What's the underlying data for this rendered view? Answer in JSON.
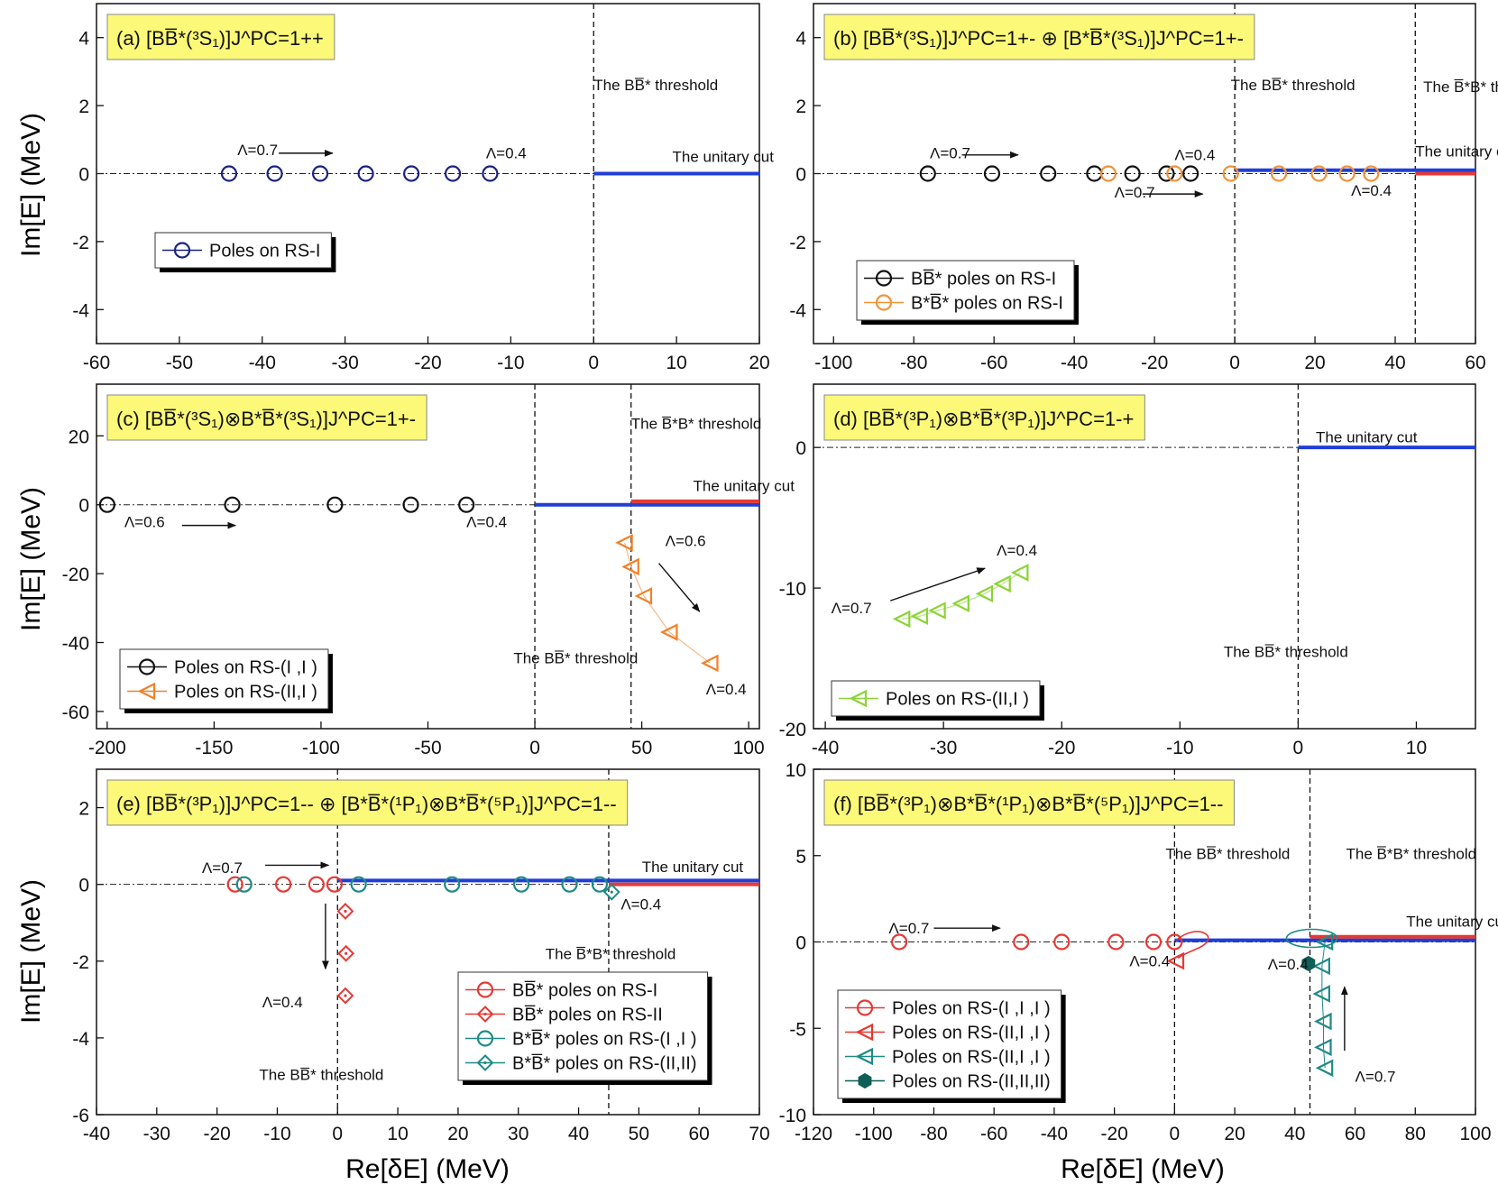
{
  "figure": {
    "ylabel": "Im[E] (MeV)",
    "xlabel": "Re[δE] (MeV)"
  },
  "chart_data": [
    {
      "id": "a",
      "type": "scatter",
      "title": "(a)  [BB̅*(³S₁)]J^PC=1++",
      "xlim": [
        -60,
        20
      ],
      "ylim": [
        -5,
        5
      ],
      "xticks": [
        -60,
        -50,
        -40,
        -30,
        -20,
        -10,
        0,
        10,
        20
      ],
      "yticks": [
        -4,
        -2,
        0,
        2,
        4
      ],
      "series": [
        {
          "name": "Poles on RS-I",
          "marker": "circle",
          "color": "#1a237e",
          "x": [
            -44,
            -38.5,
            -33,
            -27.5,
            -22,
            -17,
            -12.5
          ],
          "y": [
            0,
            0,
            0,
            0,
            0,
            0,
            0
          ]
        }
      ],
      "cuts": [
        {
          "x": [
            0,
            20
          ],
          "y": 0,
          "color": "#1f3fd6"
        }
      ],
      "thresholds": [
        {
          "x": 0
        }
      ],
      "annotations": [
        {
          "text": "The BB̅* threshold",
          "x": 0,
          "y": 2.45
        },
        {
          "text": "The unitary cut",
          "x": 9.5,
          "y": 0.35
        },
        {
          "text": "Λ=0.7",
          "x": -43,
          "y": 0.55
        },
        {
          "text": "Λ=0.4",
          "x": -13,
          "y": 0.45
        }
      ],
      "arrows": [
        {
          "x1": -38,
          "y1": 0.6,
          "x2": -31.5,
          "y2": 0.6
        }
      ],
      "legend_position": "lower-left"
    },
    {
      "id": "b",
      "type": "scatter",
      "title": "(b)  [BB̅*(³S₁)]J^PC=1+- ⊕ [B*B̅*(³S₁)]J^PC=1+-",
      "xlim": [
        -105,
        60
      ],
      "ylim": [
        -5,
        5
      ],
      "xticks": [
        -100,
        -80,
        -60,
        -40,
        -20,
        0,
        20,
        40,
        60
      ],
      "yticks": [
        -4,
        -2,
        0,
        2,
        4
      ],
      "series": [
        {
          "name": "BB̅* poles on RS-I",
          "marker": "circle",
          "color": "#111111",
          "x": [
            -76.5,
            -60.5,
            -46.5,
            -35,
            -25.5,
            -17,
            -11
          ],
          "y": [
            0,
            0,
            0,
            0,
            0,
            0,
            0
          ]
        },
        {
          "name": "B*B̅* poles on RS-I",
          "marker": "circle",
          "color": "#f0933a",
          "x": [
            -31.5,
            -15,
            -1,
            11,
            21,
            28,
            34
          ],
          "y": [
            0,
            0,
            0,
            0,
            0,
            0,
            0
          ]
        }
      ],
      "cuts": [
        {
          "x": [
            0,
            60
          ],
          "y": 0.1,
          "color": "#1f3fd6"
        },
        {
          "x": [
            45,
            60
          ],
          "y": 0,
          "color": "#e53935"
        }
      ],
      "thresholds": [
        {
          "x": 0
        },
        {
          "x": 45
        }
      ],
      "annotations": [
        {
          "text": "The BB̅* threshold",
          "x": -1,
          "y": 2.45
        },
        {
          "text": "The B̅*B* threshold",
          "x": 47,
          "y": 2.4
        },
        {
          "text": "The unitary cut",
          "x": 45,
          "y": 0.5
        },
        {
          "text": "Λ=0.7",
          "x": -76,
          "y": 0.45
        },
        {
          "text": "Λ=0.4",
          "x": -15,
          "y": 0.4
        },
        {
          "text": "Λ=0.7",
          "x": -30,
          "y": -0.7
        },
        {
          "text": "Λ=0.4",
          "x": 29,
          "y": -0.65
        }
      ],
      "arrows": [
        {
          "x1": -68,
          "y1": 0.55,
          "x2": -54,
          "y2": 0.55
        },
        {
          "x1": -23,
          "y1": -0.6,
          "x2": -8,
          "y2": -0.6
        }
      ],
      "legend_position": "lower-left"
    },
    {
      "id": "c",
      "type": "scatter",
      "title": "(c)  [BB̅*(³S₁)⊗B*B̅*(³S₁)]J^PC=1+-",
      "xlim": [
        -205,
        105
      ],
      "ylim": [
        -65,
        35
      ],
      "xticks": [
        -200,
        -150,
        -100,
        -50,
        0,
        50,
        100
      ],
      "yticks": [
        -60,
        -40,
        -20,
        0,
        20
      ],
      "series": [
        {
          "name": "Poles on RS-(I ,I )",
          "marker": "circle",
          "color": "#111111",
          "x": [
            -200,
            -141.5,
            -93.5,
            -58,
            -32
          ],
          "y": [
            0,
            0,
            0,
            0,
            0
          ]
        },
        {
          "name": "Poles on RS-(II,I )",
          "marker": "triangle-left",
          "color": "#f0822a",
          "x": [
            42,
            45,
            51,
            63,
            82
          ],
          "y": [
            -11,
            -18,
            -26.5,
            -37,
            -46
          ]
        }
      ],
      "cuts": [
        {
          "x": [
            0,
            105
          ],
          "y": 0,
          "color": "#1f3fd6"
        },
        {
          "x": [
            45,
            105
          ],
          "y": 1,
          "color": "#e53935"
        }
      ],
      "thresholds": [
        {
          "x": 0
        },
        {
          "x": 45
        }
      ],
      "annotations": [
        {
          "text": "The B̅*B* threshold",
          "x": 45,
          "y": 22
        },
        {
          "text": "The unitary cut",
          "x": 74,
          "y": 4
        },
        {
          "text": "Λ=0.6",
          "x": -192,
          "y": -6.5
        },
        {
          "text": "Λ=0.4",
          "x": -32,
          "y": -6.5
        },
        {
          "text": "Λ=0.6",
          "x": 61,
          "y": -12
        },
        {
          "text": "The BB̅* threshold",
          "x": -10,
          "y": -46
        },
        {
          "text": "Λ=0.4",
          "x": 80,
          "y": -55
        }
      ],
      "arrows": [
        {
          "x1": -165,
          "y1": -6,
          "x2": -140,
          "y2": -6
        },
        {
          "x1": 58,
          "y1": -17,
          "x2": 77,
          "y2": -31
        }
      ],
      "legend_position": "lower-left"
    },
    {
      "id": "d",
      "type": "scatter",
      "title": "(d)  [BB̅*(³P₁)⊗B*B̅*(³P₁)]J^PC=1-+",
      "xlim": [
        -41,
        15
      ],
      "ylim": [
        -20,
        4.5
      ],
      "xticks": [
        -40,
        -30,
        -20,
        -10,
        0,
        10
      ],
      "yticks": [
        -20,
        -10,
        0
      ],
      "series": [
        {
          "name": "Poles on RS-(II,I )",
          "marker": "triangle-left",
          "color": "#8bd336",
          "x": [
            -33.5,
            -32,
            -30.5,
            -28.5,
            -26.5,
            -25,
            -23.5
          ],
          "y": [
            -12.2,
            -12,
            -11.6,
            -11.1,
            -10.4,
            -9.7,
            -8.9
          ]
        }
      ],
      "cuts": [
        {
          "x": [
            0,
            15
          ],
          "y": 0,
          "color": "#1f3fd6"
        }
      ],
      "thresholds": [
        {
          "x": 0
        }
      ],
      "annotations": [
        {
          "text": "The unitary cut",
          "x": 1.5,
          "y": 0.35
        },
        {
          "text": "Λ=0.4",
          "x": -25.5,
          "y": -7.7
        },
        {
          "text": "Λ=0.7",
          "x": -39.5,
          "y": -11.8
        },
        {
          "text": "The BB̅* threshold",
          "x": -6.3,
          "y": -14.9
        }
      ],
      "arrows": [
        {
          "x1": -34.5,
          "y1": -10.9,
          "x2": -26.5,
          "y2": -8.6
        }
      ],
      "legend_position": "lower-left"
    },
    {
      "id": "e",
      "type": "scatter",
      "title": "(e)  [BB̅*(³P₁)]J^PC=1-- ⊕ [B*B̅*(¹P₁)⊗B*B̅*(⁵P₁)]J^PC=1--",
      "xlim": [
        -40,
        70
      ],
      "ylim": [
        -6,
        3
      ],
      "xticks": [
        -40,
        -30,
        -20,
        -10,
        0,
        10,
        20,
        30,
        40,
        50,
        60,
        70
      ],
      "yticks": [
        -6,
        -4,
        -2,
        0,
        2
      ],
      "series": [
        {
          "name": "BB̅* poles on RS-I",
          "marker": "circle",
          "color": "#e53935",
          "x": [
            -17,
            -9,
            -3.5,
            -0.5
          ],
          "y": [
            0,
            0,
            0,
            0
          ]
        },
        {
          "name": "BB̅* poles on RS-II",
          "marker": "diamond-dot",
          "color": "#e53935",
          "x": [
            1.3,
            1.4,
            1.3
          ],
          "y": [
            -0.7,
            -1.8,
            -2.9
          ]
        },
        {
          "name": "B*B̅* poles on RS-(I ,I )",
          "marker": "circle",
          "color": "#1f8a86",
          "x": [
            -15.5,
            3.5,
            19,
            30.5,
            38.5,
            43.5
          ],
          "y": [
            0,
            0,
            0,
            0,
            0,
            0
          ]
        },
        {
          "name": "B*B̅* poles on RS-(II,II)",
          "marker": "diamond-dot",
          "color": "#1f8a86",
          "x": [
            45.5
          ],
          "y": [
            -0.2
          ]
        }
      ],
      "cuts": [
        {
          "x": [
            0,
            70
          ],
          "y": 0.1,
          "color": "#1f3fd6"
        },
        {
          "x": [
            45,
            70
          ],
          "y": 0,
          "color": "#e53935"
        }
      ],
      "thresholds": [
        {
          "x": 0
        },
        {
          "x": 45
        }
      ],
      "annotations": [
        {
          "text": "Λ=0.7",
          "x": -22.5,
          "y": 0.3
        },
        {
          "text": "The unitary cut",
          "x": 50.5,
          "y": 0.32
        },
        {
          "text": "Λ=0.4",
          "x": 47,
          "y": -0.65
        },
        {
          "text": "The B̅*B* threshold",
          "x": 34.5,
          "y": -1.95
        },
        {
          "text": "Λ=0.4",
          "x": -12.5,
          "y": -3.2
        },
        {
          "text": "The BB̅* threshold",
          "x": -13,
          "y": -5.1
        }
      ],
      "arrows": [
        {
          "x1": -12,
          "y1": 0.5,
          "x2": -1.5,
          "y2": 0.5
        },
        {
          "x1": -2,
          "y1": -0.5,
          "x2": -2,
          "y2": -2.2
        }
      ],
      "legend_position": "lower-right"
    },
    {
      "id": "f",
      "type": "scatter",
      "title": "(f)  [BB̅*(³P₁)⊗B*B̅*(¹P₁)⊗B*B̅*(⁵P₁)]J^PC=1--",
      "xlim": [
        -120,
        100
      ],
      "ylim": [
        -10,
        10
      ],
      "xticks": [
        -120,
        -100,
        -80,
        -60,
        -40,
        -20,
        0,
        20,
        40,
        60,
        80,
        100
      ],
      "yticks": [
        -10,
        -5,
        0,
        5,
        10
      ],
      "series": [
        {
          "name": "Poles on RS-(I ,I ,I )",
          "marker": "circle",
          "color": "#e53935",
          "x": [
            -91.5,
            -51,
            -37.5,
            -19.5,
            -7,
            0
          ],
          "y": [
            0,
            0,
            0,
            0,
            0,
            0
          ]
        },
        {
          "name": "Poles on RS-(II,I ,I )",
          "marker": "triangle-left",
          "color": "#e53935",
          "x": [
            0.5
          ],
          "y": [
            -1.1
          ]
        },
        {
          "name": "Poles on RS-(II,I ,I )",
          "marker": "triangle-left",
          "color": "#1f8a86",
          "x": [
            50,
            49,
            49,
            49.5,
            49.5,
            50
          ],
          "y": [
            0,
            -1.4,
            -3,
            -4.6,
            -6.1,
            -7.3
          ]
        },
        {
          "name": "Poles on RS-(II,II,II)",
          "marker": "hexagon",
          "color": "#0e5f56",
          "x": [
            44.5
          ],
          "y": [
            -1.25
          ]
        }
      ],
      "cuts": [
        {
          "x": [
            0,
            100
          ],
          "y": 0.1,
          "color": "#1f3fd6"
        },
        {
          "x": [
            45,
            100
          ],
          "y": 0.3,
          "color": "#e53935"
        }
      ],
      "thresholds": [
        {
          "x": 0
        },
        {
          "x": 45
        }
      ],
      "annotations": [
        {
          "text": "The BB̅* threshold",
          "x": -3,
          "y": 4.8
        },
        {
          "text": "The B̅*B* threshold",
          "x": 57,
          "y": 4.8
        },
        {
          "text": "The unitary cut",
          "x": 77,
          "y": 0.9
        },
        {
          "text": "Λ=0.7",
          "x": -95,
          "y": 0.5
        },
        {
          "text": "Λ=0.4",
          "x": -15,
          "y": -1.4
        },
        {
          "text": "Λ=0.4",
          "x": 31,
          "y": -1.6
        },
        {
          "text": "Λ=0.7",
          "x": 60,
          "y": -8.1
        }
      ],
      "arrows": [
        {
          "x1": -80,
          "y1": 0.8,
          "x2": -58,
          "y2": 0.8
        },
        {
          "x1": 56.5,
          "y1": -6.3,
          "x2": 56.5,
          "y2": -2.6
        }
      ],
      "legend_position": "lower-left"
    }
  ]
}
